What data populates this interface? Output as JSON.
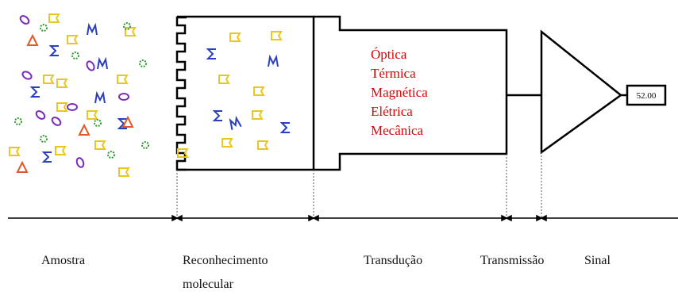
{
  "transduction_types": [
    "Óptica",
    "Térmica",
    "Magnética",
    "Elétrica",
    "Mecânica"
  ],
  "signal_value": "52.00",
  "stages": {
    "sample": "Amostra",
    "recognition_line1": "Reconhecimento",
    "recognition_line2": "molecular",
    "transduction": "Transdução",
    "transmission": "Transmissão",
    "signal": "Sinal"
  },
  "colors": {
    "transduction_text": "#e00000",
    "flag": "#e8c820",
    "sigma": "#2a3fbf",
    "ring": "#7a2ab8",
    "gear": "#2e9a2e",
    "triangle": "#e05a2a"
  }
}
